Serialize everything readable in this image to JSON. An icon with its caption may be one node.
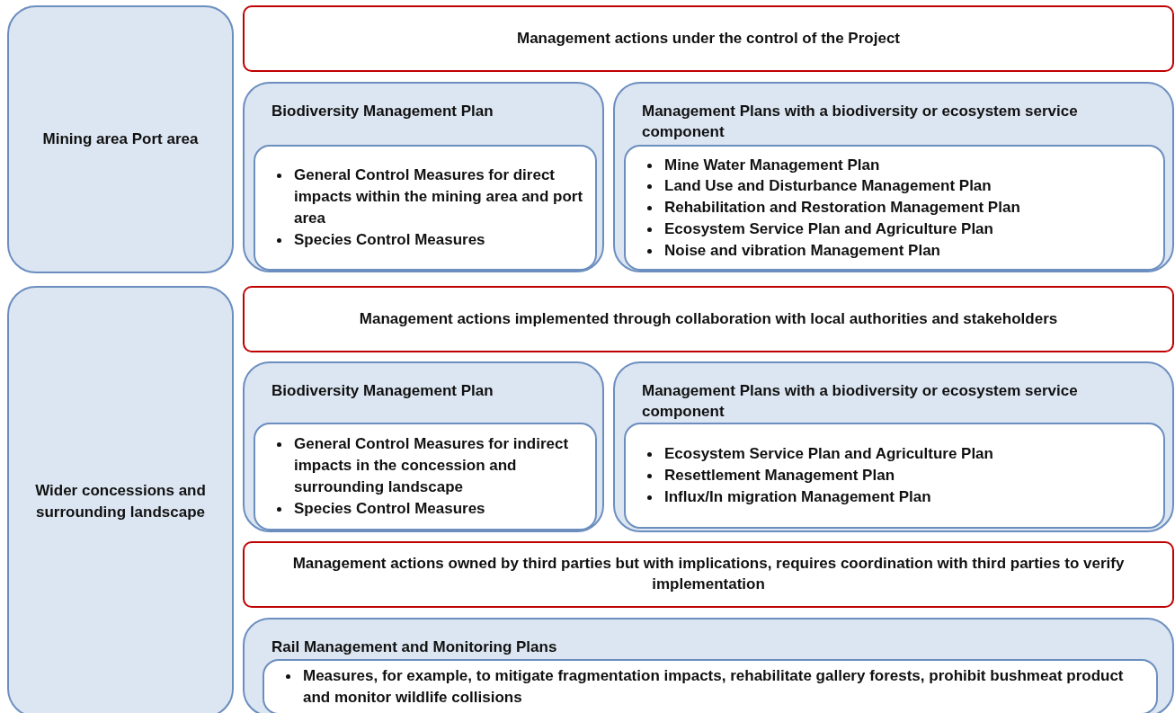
{
  "diagram": {
    "nodes": [
      {
        "text": [
          "Mining area Port area"
        ]
      },
      {
        "text": [
          "Management actions under the control of the Project"
        ]
      },
      {
        "text": [
          "Biodiversity Management Plan"
        ]
      },
      {
        "text": [
          "General Control Measures for direct impacts within the mining area and port area",
          "Species Control Measures"
        ],
        "in": 2
      },
      {
        "text": [
          "Management Plans with a biodiversity or ecosystem service component"
        ]
      },
      {
        "text": [
          "Mine Water Management Plan",
          "Land Use and Disturbance Management Plan",
          "Rehabilitation and Restoration Management Plan",
          "Ecosystem Service Plan and Agriculture Plan",
          "Noise and vibration Management Plan"
        ],
        "in": 4
      },
      {
        "text": [
          "Wider concessions and surrounding landscape"
        ]
      },
      {
        "text": [
          "Management actions implemented through collaboration with local authorities and stakeholders"
        ]
      },
      {
        "text": [
          "Biodiversity Management Plan"
        ]
      },
      {
        "text": [
          "General Control Measures for indirect impacts in the concession and surrounding landscape",
          "Species Control Measures"
        ],
        "in": 8
      },
      {
        "text": [
          "Management Plans with a biodiversity or ecosystem service component"
        ]
      },
      {
        "text": [
          "Ecosystem Service Plan and Agriculture Plan",
          "Resettlement Management Plan",
          "Influx/In migration Management Plan"
        ],
        "in": 10
      },
      {
        "text": [
          "Management actions owned by third parties but with implications, requires coordination with third parties to verify implementation"
        ]
      },
      {
        "text": [
          "Rail Management and Monitoring Plans"
        ]
      },
      {
        "text": [
          "Measures, for example, to mitigate fragmentation impacts, rehabilitate gallery forests, prohibit bushmeat product and monitor wildlife collisions"
        ],
        "in": 13
      }
    ]
  }
}
